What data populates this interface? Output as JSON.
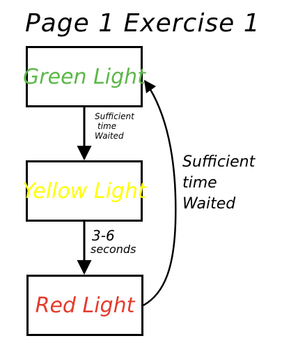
{
  "title": "Page 1 Exercise 1",
  "states": [
    {
      "id": "green",
      "label": "Green Light",
      "color": "#5cb848"
    },
    {
      "id": "yellow",
      "label": "Yellow Light",
      "color": "#ffff00"
    },
    {
      "id": "red",
      "label": "Red Light",
      "color": "#e53b2c"
    }
  ],
  "transitions": [
    {
      "from": "green",
      "to": "yellow",
      "label": [
        "Sufficient",
        "time",
        "Waited"
      ]
    },
    {
      "from": "yellow",
      "to": "red",
      "label": [
        "3-6",
        "seconds"
      ]
    },
    {
      "from": "red",
      "to": "green",
      "label": [
        "Sufficient",
        "time",
        "Waited"
      ]
    }
  ]
}
